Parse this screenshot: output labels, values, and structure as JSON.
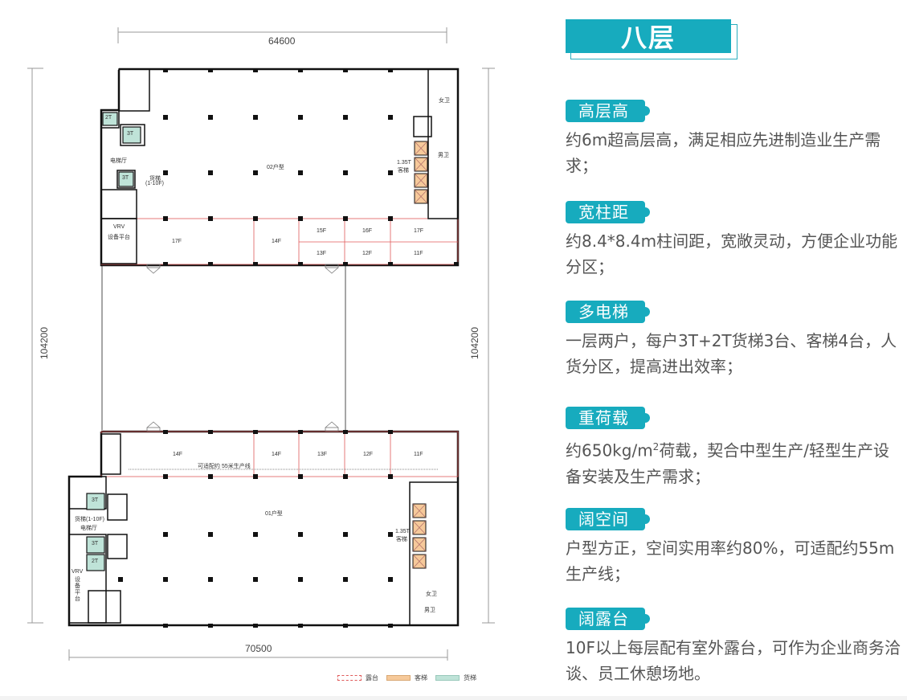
{
  "floor_plan": {
    "dimensions": {
      "top_width": "64600",
      "bottom_width": "70500",
      "left_height": "104200",
      "right_height": "104200"
    },
    "units": {
      "upper": "02户型",
      "lower": "01户型"
    },
    "labels": {
      "elevator_hall_upper": "电梯厅",
      "freight_elevator_upper": "货梯",
      "freight_elevator_upper_floors": "(1-10F)",
      "vrv_upper_line1": "VRV",
      "vrv_upper_line2": "设备平台",
      "passenger_elevator_upper": "1.35T",
      "passenger_elevator_upper_2": "客梯",
      "female_wc_upper": "女卫",
      "male_wc_upper": "男卫",
      "freight_elevator_lower": "货梯(1-10F)",
      "elevator_hall_lower": "电梯厅",
      "vrv_lower": "VRV",
      "vrv_lower_2": "设备平台",
      "passenger_elevator_lower": "1.35T",
      "passenger_elevator_lower_2": "客梯",
      "female_wc_lower": "女卫",
      "male_wc_lower": "男卫",
      "production_line": "可适配约 55米生产线"
    },
    "elevator_tags": {
      "upper_2t": "2T",
      "upper_3t_a": "3T",
      "upper_3t_b": "3T",
      "lower_3t_a": "3T",
      "lower_3t_b": "3T",
      "lower_2t": "2T"
    },
    "terraces_upper": [
      "17F",
      "14F",
      "15F",
      "16F",
      "17F",
      "13F",
      "12F",
      "11F"
    ],
    "terraces_lower": [
      "14F",
      "14F",
      "13F",
      "12F",
      "11F"
    ],
    "legend": [
      {
        "label": "露台",
        "color": "#e05a5a",
        "style": "dashed-outline"
      },
      {
        "label": "客梯",
        "color": "#f6c99a",
        "style": "fill"
      },
      {
        "label": "货梯",
        "color": "#bfe3d8",
        "style": "fill"
      }
    ]
  },
  "panel": {
    "title": "八层",
    "accent_color": "#17abbe",
    "features": [
      {
        "tag": "高层高",
        "desc": "约6m超高层高，满足相应先进制造业生产需求；"
      },
      {
        "tag": "宽柱距",
        "desc": "约8.4*8.4m柱间距，宽敞灵动，方便企业功能分区；"
      },
      {
        "tag": "多电梯",
        "desc": "一层两户，每户3T+2T货梯3台、客梯4台，人货分区，提高进出效率；"
      },
      {
        "tag": "重荷载",
        "desc_pre": "约650kg/m",
        "desc_sup": "2",
        "desc_post": "荷载，契合中型生产/轻型生产设备安装及生产需求；"
      },
      {
        "tag": "阔空间",
        "desc": "户型方正，空间实用率约80%，可适配约55m生产线；"
      },
      {
        "tag": "阔露台",
        "desc": "10F以上每层配有室外露台，可作为企业商务洽谈、员工休憩场地。"
      }
    ]
  }
}
